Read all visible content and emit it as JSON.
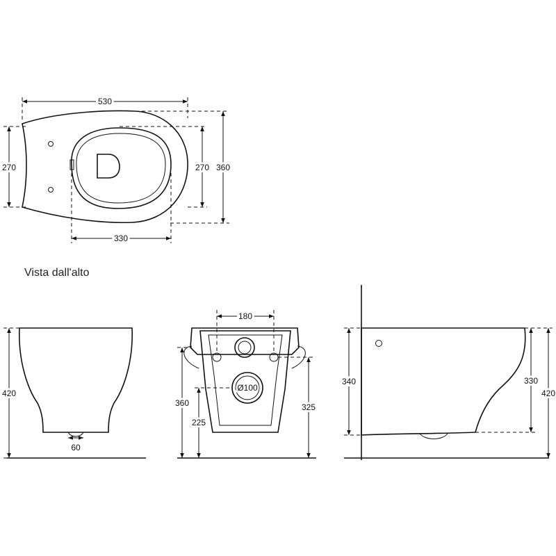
{
  "caption": "Vista dall'alto",
  "top_view": {
    "width_label": "530",
    "left_height_label": "270",
    "bowl_height_label": "270",
    "total_height_label": "360",
    "bowl_width_label": "330"
  },
  "front_view": {
    "height_label": "420",
    "base_width_label": "60"
  },
  "rear_view": {
    "bolt_spacing_label": "180",
    "drain_diameter_label": "Ø100",
    "height_left_label": "360",
    "drain_height_label": "225",
    "height_right_label": "325"
  },
  "side_view": {
    "left_height_label": "340",
    "inner_height_label": "330",
    "total_height_label": "420"
  }
}
